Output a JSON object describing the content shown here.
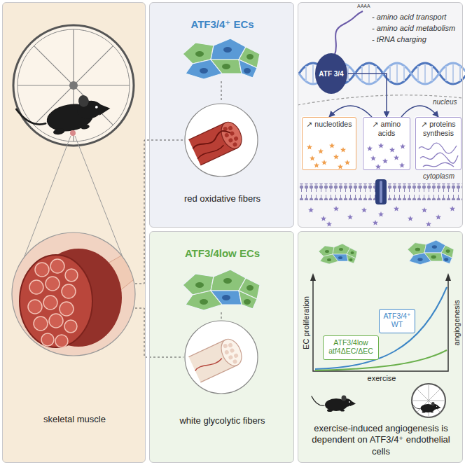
{
  "diagram": {
    "nodes": [
      {
        "text": [
          "skeletal muscle"
        ]
      },
      {
        "text": [
          "ATF3/4⁺ ECs",
          "red oxidative fibers"
        ]
      },
      {
        "text": [
          "- amino acid transport",
          "- amino acid metabolism",
          "- tRNA charging"
        ]
      },
      {
        "text": [
          "ATF 3/4"
        ],
        "in": 2
      },
      {
        "text": [
          "↗ nucleotides"
        ],
        "in": 2
      },
      {
        "text": [
          "↗ amino acids"
        ],
        "in": 2
      },
      {
        "text": [
          "↗ proteins synthesis"
        ],
        "in": 2
      },
      {
        "text": [
          "ATF3/4low ECs",
          "white glycolytic fibers"
        ]
      },
      {
        "text": [
          "exercise-induced angiogenesis is dependent on ATF3/4⁺ endothelial cells"
        ]
      },
      {
        "text": [
          "ATF3/4⁺ WT"
        ],
        "in": 8
      },
      {
        "text": [
          "ATF3/4low atf4ΔEC/ΔEC"
        ],
        "in": 8
      }
    ],
    "edges": [
      {
        "from": 3,
        "to": 5,
        "arrow": "to"
      },
      {
        "from": 5,
        "to": 4,
        "arrow": "to"
      },
      {
        "from": 5,
        "to": 6,
        "arrow": "to"
      }
    ],
    "labels": [
      "AAAA",
      "nucleus",
      "cytoplasm",
      "EC proliferation",
      "angiogenesis",
      "exercise"
    ]
  }
}
